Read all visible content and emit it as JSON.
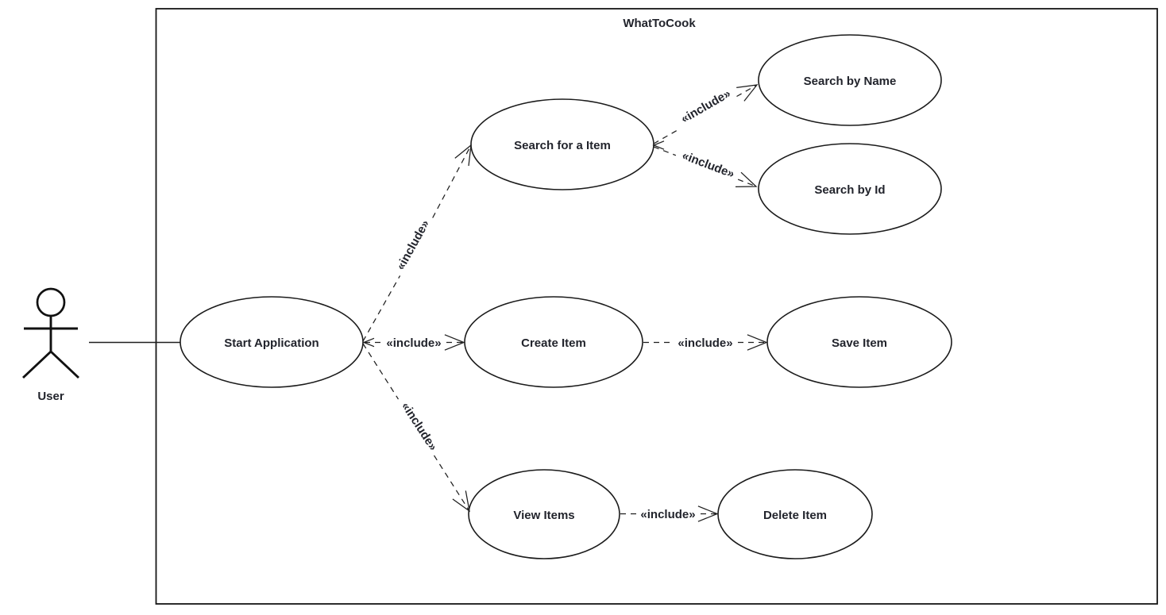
{
  "diagram": {
    "kind": "uml-use-case-diagram",
    "system_title": "WhatToCook",
    "actor": {
      "name": "User"
    },
    "use_cases": [
      {
        "label": "Start Application"
      },
      {
        "label": "Search for a Item"
      },
      {
        "label": "Search by Name"
      },
      {
        "label": "Search by Id"
      },
      {
        "label": "Create Item"
      },
      {
        "label": "Save Item"
      },
      {
        "label": "View Items"
      },
      {
        "label": "Delete Item"
      }
    ],
    "associations": [
      {
        "from": "User",
        "to": "Start Application",
        "style": "solid"
      }
    ],
    "includes": [
      {
        "from": "Start Application",
        "to": "Search for a Item",
        "label": "«include»"
      },
      {
        "from": "Start Application",
        "to": "Create Item",
        "label": "«include»"
      },
      {
        "from": "Start Application",
        "to": "View Items",
        "label": "«include»"
      },
      {
        "from": "Search for a Item",
        "to": "Search by Name",
        "label": "«include»"
      },
      {
        "from": "Search for a Item",
        "to": "Search by Id",
        "label": "«include»"
      },
      {
        "from": "Create Item",
        "to": "Save Item",
        "label": "«include»"
      },
      {
        "from": "View Items",
        "to": "Delete Item",
        "label": "«include»"
      }
    ],
    "colors": {
      "stroke": "#1b1b1b",
      "text": "#22242c",
      "background": "#ffffff"
    }
  }
}
